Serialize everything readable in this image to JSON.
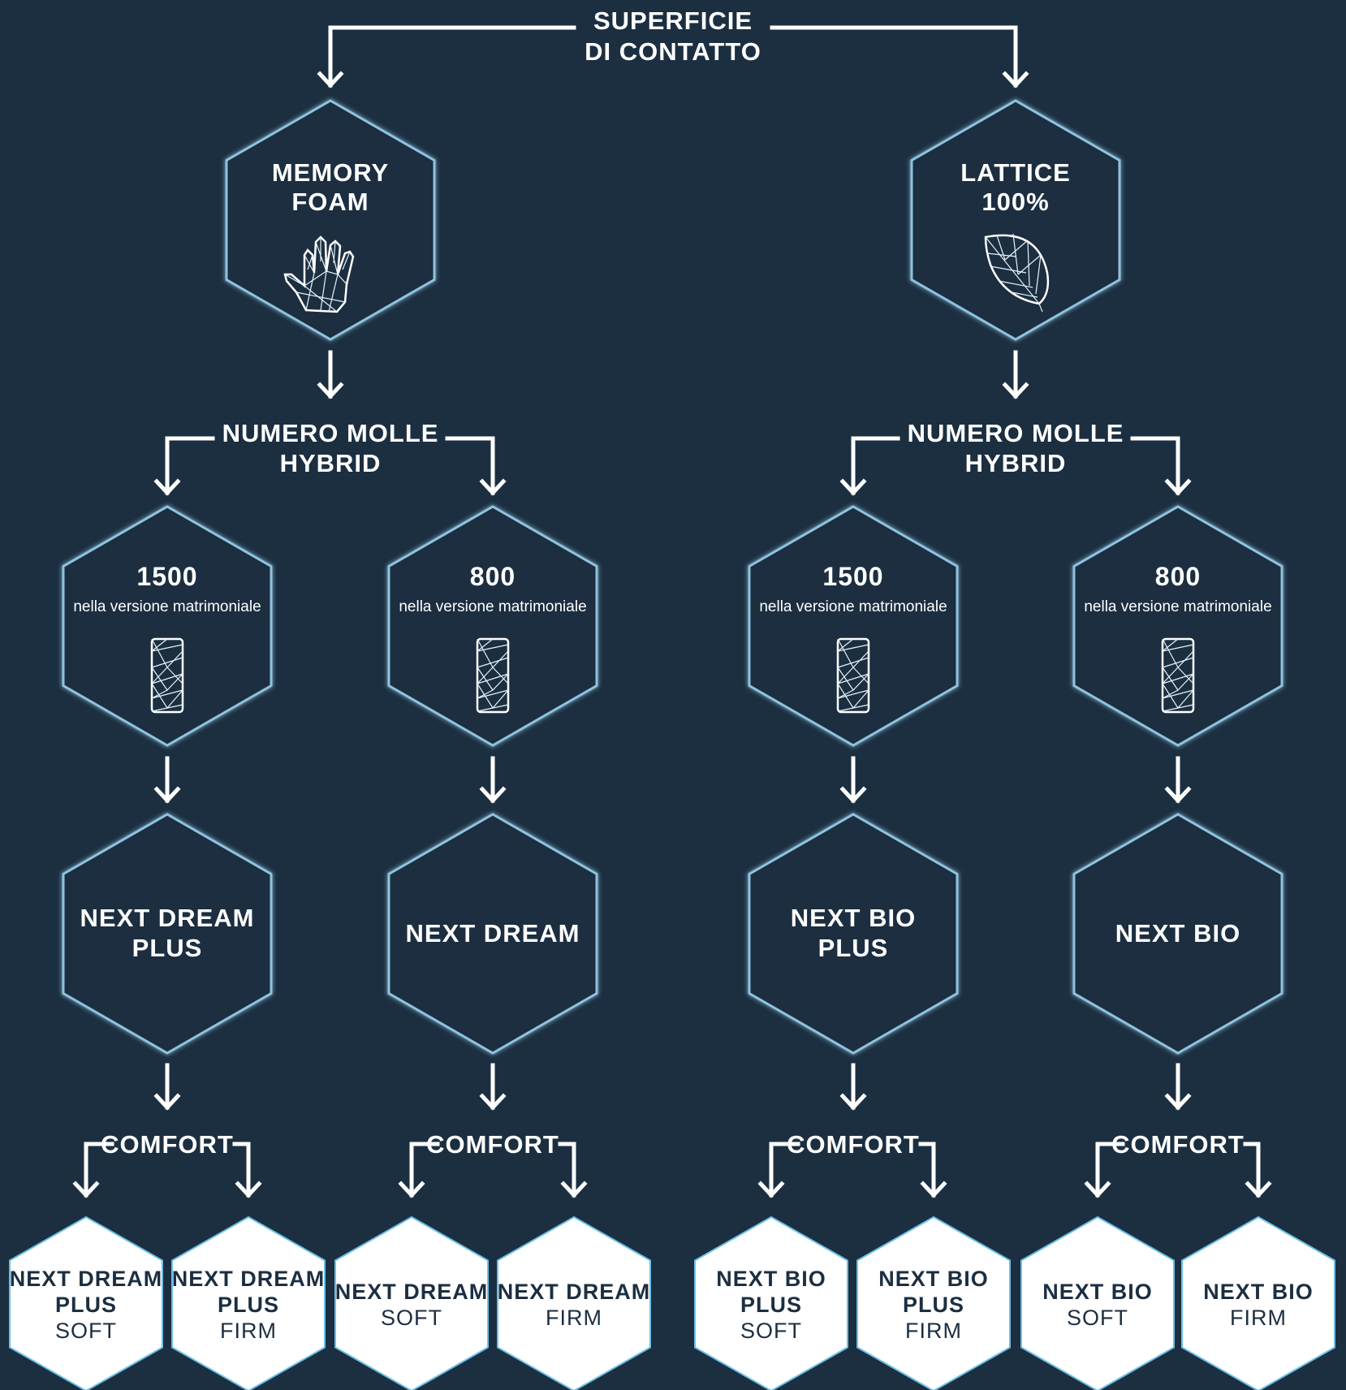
{
  "root": {
    "line1": "SUPERFICIE",
    "line2": "DI CONTATTO"
  },
  "surfaces": [
    {
      "name_line1": "MEMORY",
      "name_line2": "FOAM",
      "icon": "hand-icon",
      "springs_label_line1": "NUMERO MOLLE",
      "springs_label_line2": "HYBRID",
      "options": [
        {
          "springs": "1500",
          "springs_note": "nella versione matrimoniale",
          "model_line1": "NEXT DREAM",
          "model_line2": "PLUS",
          "comfort_label": "COMFORT",
          "variants": [
            {
              "line1": "NEXT DREAM",
              "line2": "PLUS",
              "firmness": "SOFT"
            },
            {
              "line1": "NEXT DREAM",
              "line2": "PLUS",
              "firmness": "FIRM"
            }
          ]
        },
        {
          "springs": "800",
          "springs_note": "nella versione matrimoniale",
          "model_line1": "NEXT DREAM",
          "model_line2": "",
          "comfort_label": "COMFORT",
          "variants": [
            {
              "line1": "NEXT DREAM",
              "line2": "",
              "firmness": "SOFT"
            },
            {
              "line1": "NEXT DREAM",
              "line2": "",
              "firmness": "FIRM"
            }
          ]
        }
      ]
    },
    {
      "name_line1": "LATTICE",
      "name_line2": "100%",
      "icon": "leaf-icon",
      "springs_label_line1": "NUMERO MOLLE",
      "springs_label_line2": "HYBRID",
      "options": [
        {
          "springs": "1500",
          "springs_note": "nella versione matrimoniale",
          "model_line1": "NEXT BIO",
          "model_line2": "PLUS",
          "comfort_label": "COMFORT",
          "variants": [
            {
              "line1": "NEXT BIO",
              "line2": "PLUS",
              "firmness": "SOFT"
            },
            {
              "line1": "NEXT BIO",
              "line2": "PLUS",
              "firmness": "FIRM"
            }
          ]
        },
        {
          "springs": "800",
          "springs_note": "nella versione matrimoniale",
          "model_line1": "NEXT BIO",
          "model_line2": "",
          "comfort_label": "COMFORT",
          "variants": [
            {
              "line1": "NEXT BIO",
              "line2": "",
              "firmness": "SOFT"
            },
            {
              "line1": "NEXT BIO",
              "line2": "",
              "firmness": "FIRM"
            }
          ]
        }
      ]
    }
  ],
  "colors": {
    "background": "#1c2f41",
    "hex_stroke": "#8fc3de",
    "leaf_hex_fill": "#ffffff",
    "text": "#ffffff"
  }
}
